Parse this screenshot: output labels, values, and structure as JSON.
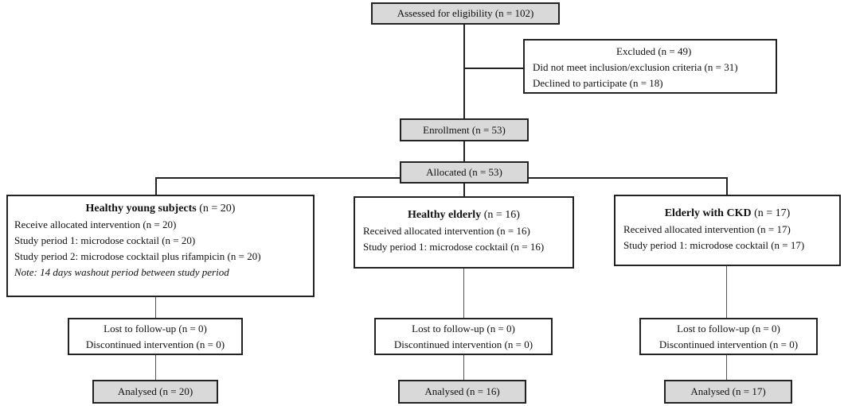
{
  "assessed": "Assessed for eligibility (n = 102)",
  "excluded": {
    "title": "Excluded (n = 49)",
    "items": [
      "Did not meet inclusion/exclusion criteria (n = 31)",
      "Declined to participate (n = 18)"
    ]
  },
  "enrollment": "Enrollment (n = 53)",
  "allocated": "Allocated (n = 53)",
  "groups": [
    {
      "name": "Healthy young subjects",
      "count": " (n = 20)",
      "lines": [
        "Receive allocated intervention (n = 20)",
        "Study period 1: microdose cocktail (n = 20)",
        "Study period 2: microdose cocktail plus rifampicin (n = 20)"
      ],
      "note": "Note: 14 days washout period between study period",
      "followup": [
        "Lost to follow-up (n = 0)",
        "Discontinued intervention (n = 0)"
      ],
      "analysed": "Analysed (n = 20)"
    },
    {
      "name": "Healthy elderly",
      "count": " (n = 16)",
      "lines": [
        "Received allocated intervention (n = 16)",
        "Study period 1: microdose cocktail (n = 16)"
      ],
      "followup": [
        "Lost to follow-up (n = 0)",
        "Discontinued intervention (n = 0)"
      ],
      "analysed": "Analysed (n = 16)"
    },
    {
      "name": "Elderly with CKD",
      "count": " (n = 17)",
      "lines": [
        "Received allocated intervention (n = 17)",
        "Study period 1: microdose cocktail (n = 17)"
      ],
      "followup": [
        "Lost to follow-up (n = 0)",
        "Discontinued intervention (n = 0)"
      ],
      "analysed": "Analysed (n = 17)"
    }
  ]
}
